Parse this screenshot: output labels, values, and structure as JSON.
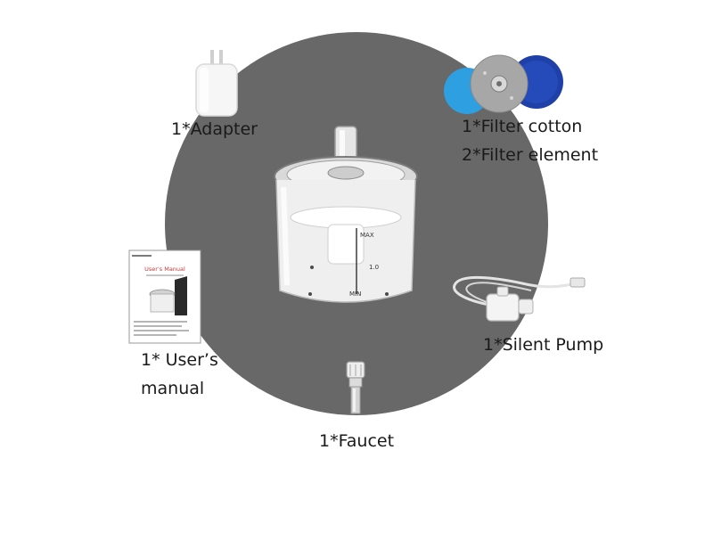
{
  "labels": {
    "adapter": "1*Adapter",
    "filter_cotton": "1*Filter cotton",
    "filter_element": "2*Filter element",
    "manual_line1": "1* User’s",
    "manual_line2": "manual",
    "pump": "1*Silent Pump",
    "faucet": "1*Faucet"
  },
  "manual_cover": {
    "title": "User's Manual"
  },
  "fountain": {
    "level_max": "MAX",
    "level_mid": "1.0",
    "level_min": "MIN"
  },
  "colors": {
    "disc": "#686868",
    "filter_cotton_light": "#2e9fe0",
    "filter_element_dark": "#1f40a8",
    "filter_element_grey": "#a7a7a7"
  }
}
